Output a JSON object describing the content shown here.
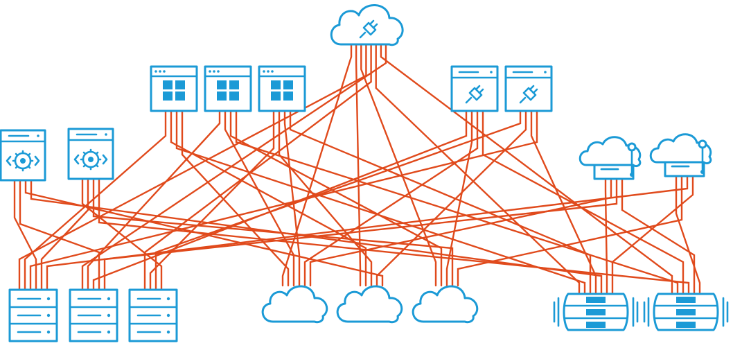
{
  "colors": {
    "icon_blue": "#1b9ad6",
    "connection_red": "#e04a1c",
    "background": "#ffffff"
  },
  "nodes": [
    {
      "id": "cloud-plugin",
      "icon": "cloud-plugin-icon"
    },
    {
      "id": "web-app-1",
      "icon": "windows-browser-icon"
    },
    {
      "id": "web-app-2",
      "icon": "windows-browser-icon"
    },
    {
      "id": "web-app-3",
      "icon": "windows-browser-icon"
    },
    {
      "id": "plugin-window-1",
      "icon": "plugin-window-icon"
    },
    {
      "id": "plugin-window-2",
      "icon": "plugin-window-icon"
    },
    {
      "id": "gear-server-1",
      "icon": "gear-server-icon"
    },
    {
      "id": "gear-server-2",
      "icon": "gear-server-icon"
    },
    {
      "id": "cloud-server-1",
      "icon": "cloud-server-icon"
    },
    {
      "id": "cloud-server-2",
      "icon": "cloud-server-icon"
    },
    {
      "id": "rack-1",
      "icon": "server-rack-icon"
    },
    {
      "id": "rack-2",
      "icon": "server-rack-icon"
    },
    {
      "id": "rack-3",
      "icon": "server-rack-icon"
    },
    {
      "id": "cloud-1",
      "icon": "cloud-icon"
    },
    {
      "id": "cloud-2",
      "icon": "cloud-icon"
    },
    {
      "id": "cloud-3",
      "icon": "cloud-icon"
    },
    {
      "id": "database-1",
      "icon": "database-icon"
    },
    {
      "id": "database-2",
      "icon": "database-icon"
    }
  ],
  "connections": [
    [
      "cloud-plugin",
      "cloud-1"
    ],
    [
      "cloud-plugin",
      "cloud-2"
    ],
    [
      "cloud-plugin",
      "cloud-3"
    ],
    [
      "cloud-plugin",
      "rack-1"
    ],
    [
      "cloud-plugin",
      "rack-3"
    ],
    [
      "cloud-plugin",
      "database-1"
    ],
    [
      "cloud-plugin",
      "database-2"
    ],
    [
      "cloud-plugin",
      "rack-2"
    ],
    [
      "web-app-1",
      "rack-1"
    ],
    [
      "web-app-1",
      "cloud-2"
    ],
    [
      "web-app-1",
      "database-1"
    ],
    [
      "web-app-1",
      "cloud-1"
    ],
    [
      "web-app-2",
      "rack-2"
    ],
    [
      "web-app-2",
      "cloud-1"
    ],
    [
      "web-app-2",
      "cloud-3"
    ],
    [
      "web-app-2",
      "database-2"
    ],
    [
      "web-app-3",
      "rack-3"
    ],
    [
      "web-app-3",
      "cloud-2"
    ],
    [
      "web-app-3",
      "cloud-1"
    ],
    [
      "web-app-3",
      "database-1"
    ],
    [
      "plugin-window-1",
      "rack-2"
    ],
    [
      "plugin-window-1",
      "cloud-3"
    ],
    [
      "plugin-window-1",
      "cloud-1"
    ],
    [
      "plugin-window-1",
      "database-2"
    ],
    [
      "plugin-window-2",
      "rack-3"
    ],
    [
      "plugin-window-2",
      "cloud-2"
    ],
    [
      "plugin-window-2",
      "database-1"
    ],
    [
      "plugin-window-2",
      "rack-1"
    ],
    [
      "gear-server-1",
      "rack-1"
    ],
    [
      "gear-server-1",
      "rack-2"
    ],
    [
      "gear-server-1",
      "cloud-2"
    ],
    [
      "gear-server-1",
      "database-1"
    ],
    [
      "gear-server-2",
      "rack-3"
    ],
    [
      "gear-server-2",
      "rack-1"
    ],
    [
      "gear-server-2",
      "cloud-3"
    ],
    [
      "gear-server-2",
      "database-2"
    ],
    [
      "cloud-server-1",
      "database-1"
    ],
    [
      "cloud-server-1",
      "cloud-1"
    ],
    [
      "cloud-server-1",
      "rack-2"
    ],
    [
      "cloud-server-1",
      "database-2"
    ],
    [
      "cloud-server-2",
      "database-2"
    ],
    [
      "cloud-server-2",
      "cloud-3"
    ],
    [
      "cloud-server-2",
      "rack-1"
    ],
    [
      "cloud-server-2",
      "database-1"
    ]
  ]
}
